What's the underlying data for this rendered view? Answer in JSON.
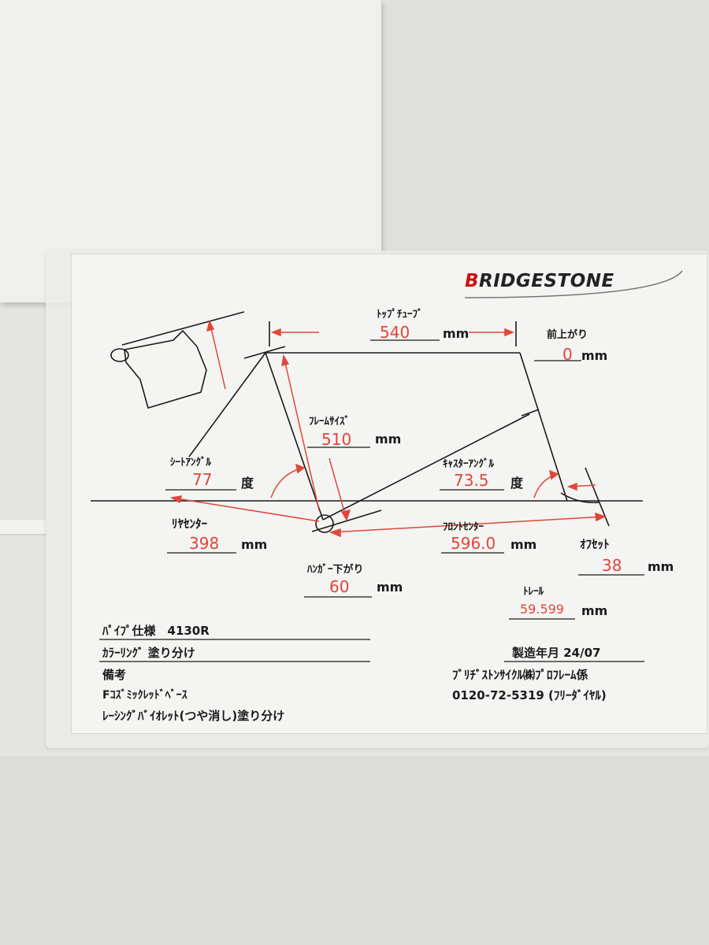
{
  "brand": "BRIDGESTONE",
  "top_tube": {
    "label": "ﾄｯﾌﾟﾁｭｰﾌﾞ",
    "value": "540",
    "unit": "mm"
  },
  "front_rise": {
    "label": "前上がり",
    "value": "0",
    "unit": "mm"
  },
  "frame_size": {
    "label": "ﾌﾚｰﾑｻｲｽﾞ",
    "value": "510",
    "unit": "mm"
  },
  "seat_angle": {
    "label": "ｼｰﾄｱﾝｸﾞﾙ",
    "value": "77",
    "unit": "度"
  },
  "caster_angle": {
    "label": "ｷｬｽﾀｰｱﾝｸﾞﾙ",
    "value": "73.5",
    "unit": "度"
  },
  "rear_center": {
    "label": "ﾘﾔｾﾝﾀｰ",
    "value": "398",
    "unit": "mm"
  },
  "front_center": {
    "label": "ﾌﾛﾝﾄｾﾝﾀｰ",
    "value": "596.0",
    "unit": "mm"
  },
  "offset": {
    "label": "ｵﾌｾｯﾄ",
    "value": "38",
    "unit": "mm"
  },
  "bb_drop": {
    "label": "ﾊﾝｶﾞｰ下がり",
    "value": "60",
    "unit": "mm"
  },
  "trail": {
    "label": "ﾄﾚｰﾙ",
    "value": "59.599",
    "unit": "mm"
  },
  "pipe_spec": "ﾊﾟｲﾌﾟ仕様　4130R",
  "color_ring": "ｶﾗｰﾘﾝｸﾞ 塗り分け",
  "remarks_label": "備考",
  "remarks_line1": "Fｺｽﾞﾐｯｸﾚｯﾄﾞﾍﾞｰｽ",
  "remarks_line2": "ﾚｰｼﾝｸﾞﾊﾞｲｵﾚｯﾄ(つや消し)塗り分け",
  "manufacture": "製造年月 24/07",
  "company": "ﾌﾞﾘﾁﾞｽﾄﾝｻｲｸﾙ㈱ﾌﾟﾛﾌﾚｰﾑ係",
  "phone": "0120-72-5319 (ﾌﾘｰﾀﾞｲﾔﾙ)",
  "colors": {
    "accent_red": "#e0463a",
    "ink": "#1a1a1a",
    "card": "#f4f4f2"
  }
}
